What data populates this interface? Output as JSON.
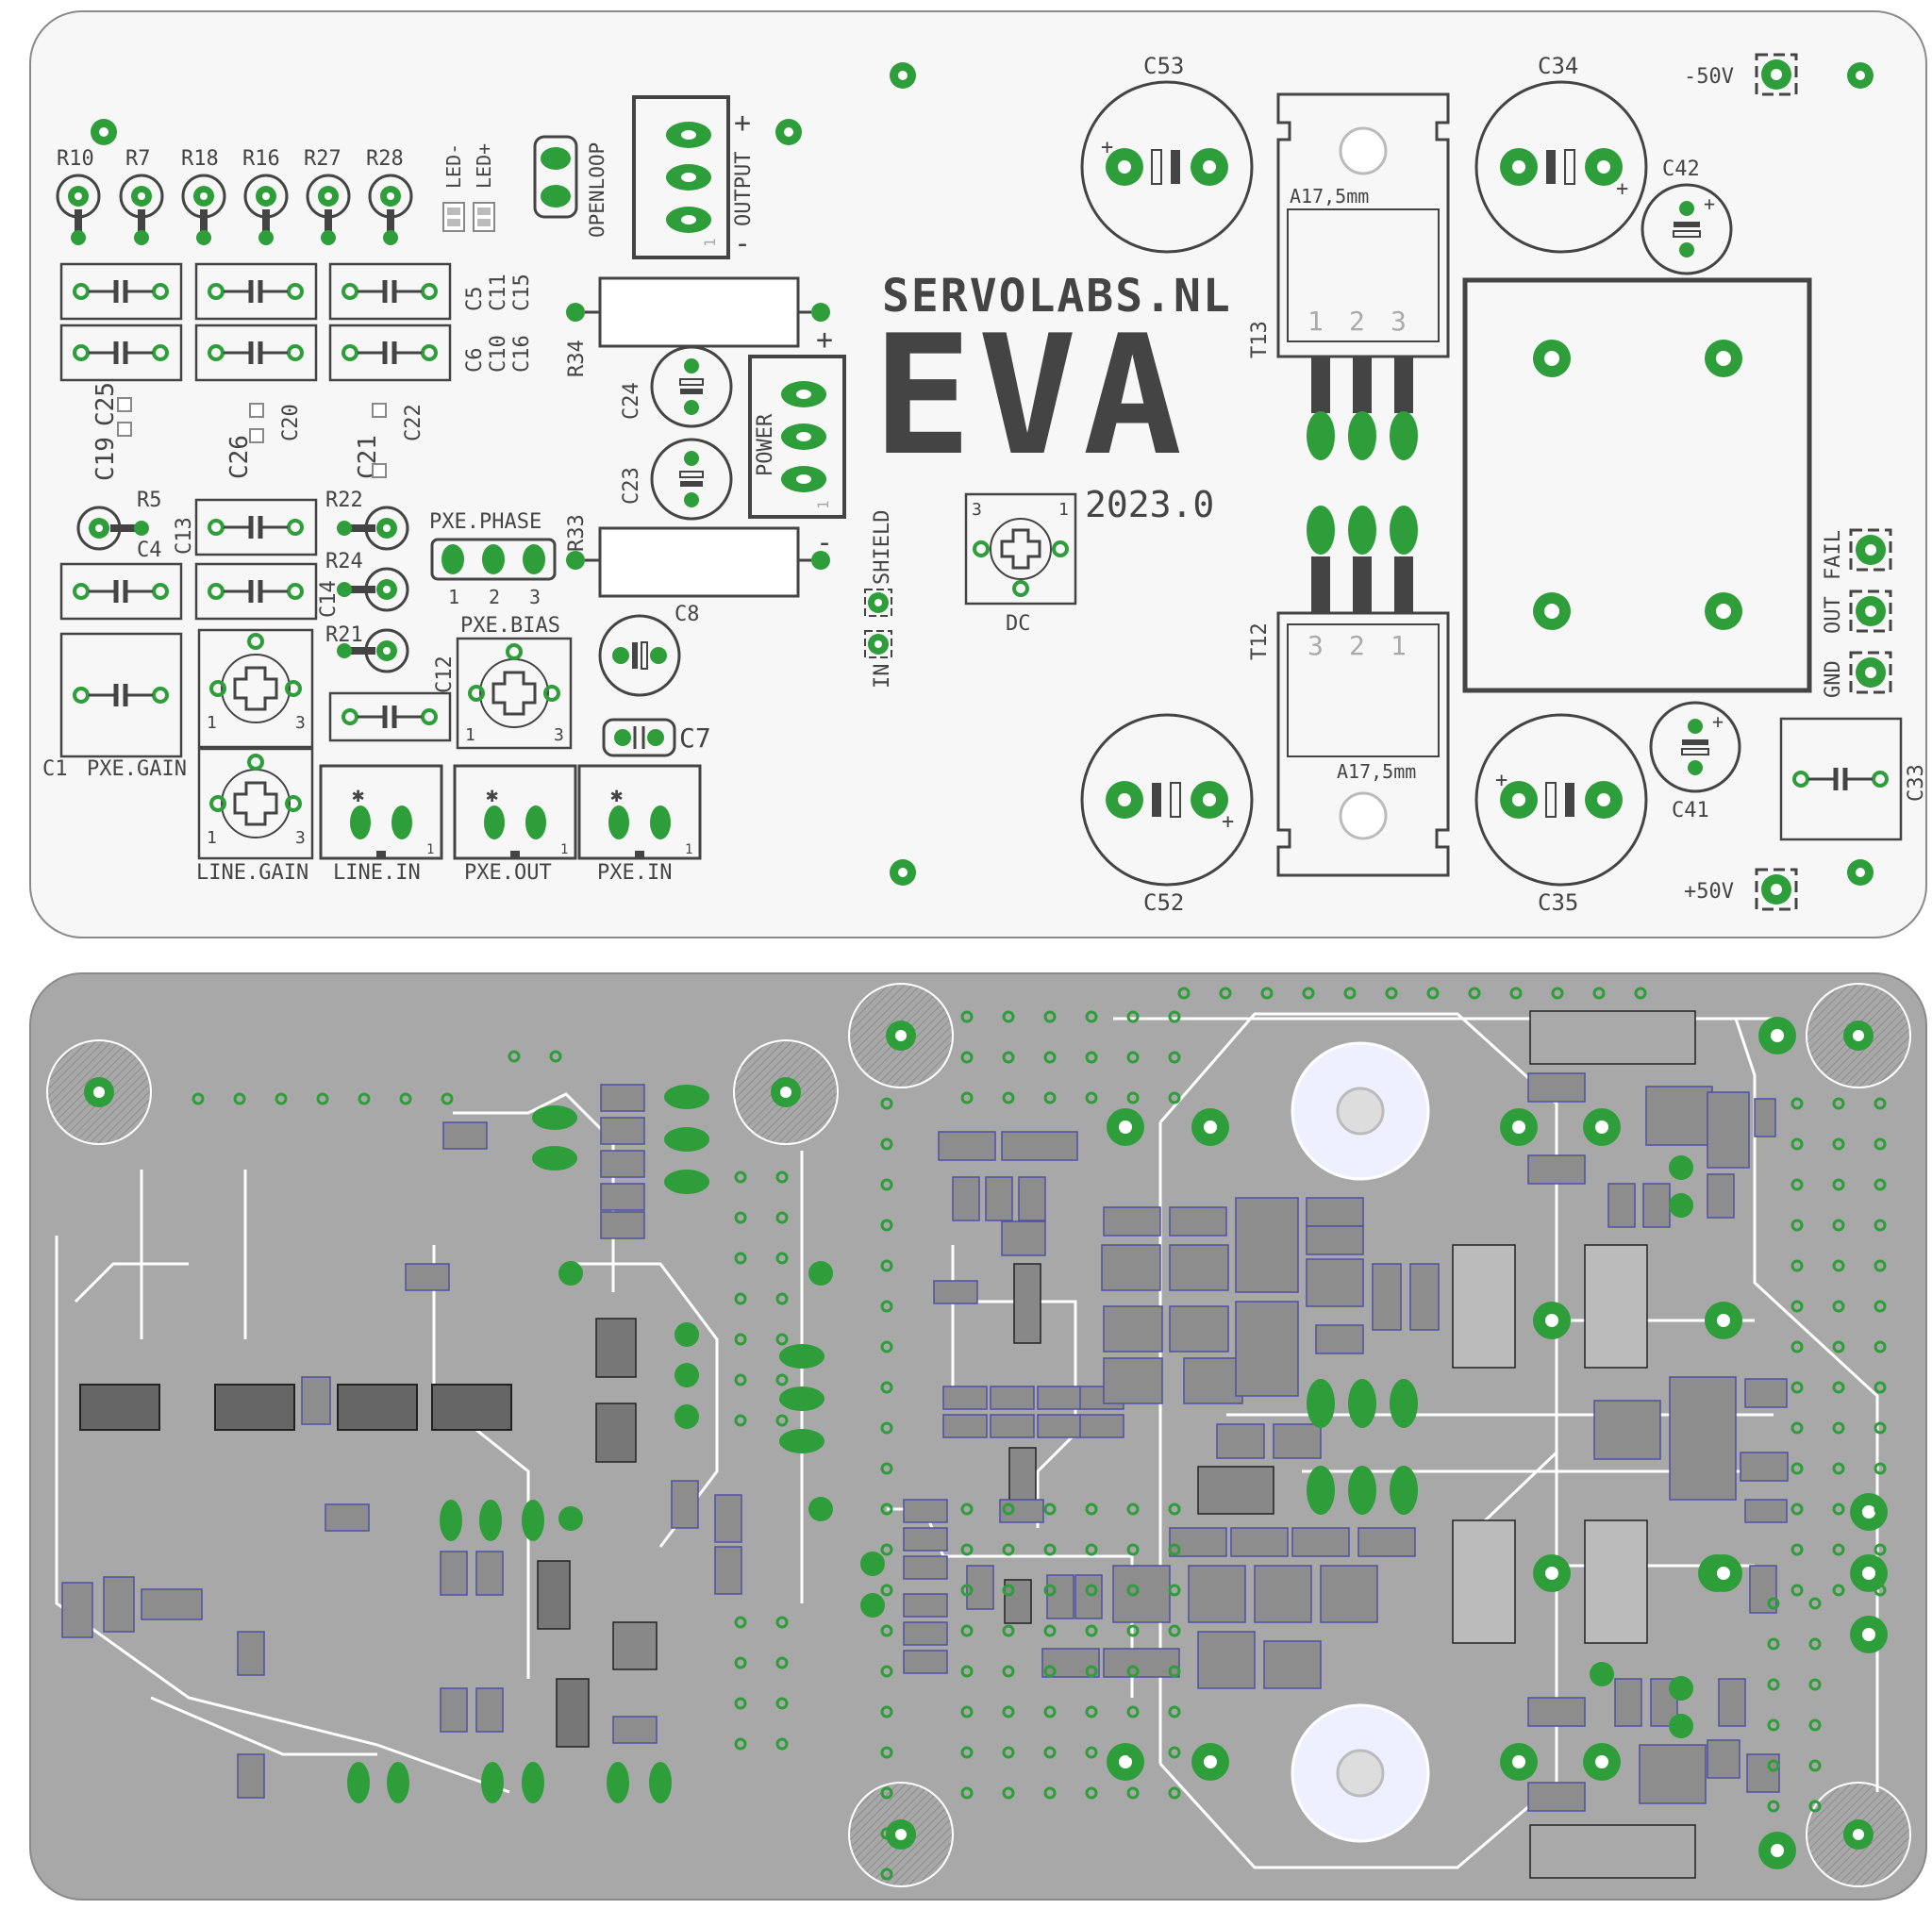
{
  "colors": {
    "pad": "#2e9e3a",
    "silk": "#444444",
    "board_top": "#f7f7f7",
    "board_bottom": "#a8a8a8",
    "trace": "#ffffff",
    "outline": "#7a7a7a"
  },
  "brand": {
    "site": "SERVOLABS.NL",
    "product": "EVA",
    "version": "2023.0"
  },
  "resistors_top": [
    "R10",
    "R7",
    "R18",
    "R16",
    "R27",
    "R28"
  ],
  "leds": [
    "LED-",
    "LED+"
  ],
  "connectors": {
    "openloop": "OPENLOOP",
    "output": "OUTPUT",
    "power": "POWER",
    "shield": "SHIELD",
    "in": "IN",
    "fail": "FAIL",
    "out": "OUT",
    "gnd": "GND",
    "line_in": "LINE.IN",
    "pxe_out": "PXE.OUT",
    "pxe_in": "PXE.IN"
  },
  "pots": {
    "pxe_gain": "PXE.GAIN",
    "line_gain": "LINE.GAIN",
    "pxe_bias": "PXE.BIAS",
    "pxe_phase": "PXE.PHASE",
    "dc": "DC"
  },
  "transistors": {
    "t13": "T13",
    "t12": "T12",
    "heatsink_top": "A17,5mm",
    "heatsink_bottom": "A17,5mm",
    "pins_top": [
      "1",
      "2",
      "3"
    ],
    "pins_bottom": [
      "3",
      "2",
      "1"
    ]
  },
  "labels": {
    "c5_col": [
      "C5",
      "C11",
      "C15"
    ],
    "c6_col": [
      "C6",
      "C10",
      "C16"
    ],
    "c19": "C19",
    "c25": "C25",
    "c26": "C26",
    "c20": "C20",
    "c21": "C21",
    "c22": "C22",
    "r5": "R5",
    "c4": "C4",
    "c13": "C13",
    "r22": "R22",
    "r24": "R24",
    "r21": "R21",
    "c14": "C14",
    "c12": "C12",
    "r34": "R34",
    "r33": "R33",
    "c24": "C24",
    "c23": "C23",
    "c8": "C8",
    "c7": "C7",
    "c1": "C1",
    "c53": "C53",
    "c52": "C52",
    "c34": "C34",
    "c35": "C35",
    "c42": "C42",
    "c41": "C41",
    "c33": "C33",
    "neg50": "-50V",
    "pos50": "+50V",
    "phase_pins": [
      "1",
      "2",
      "3"
    ],
    "pot_pin1": "1",
    "pot_pin3": "3",
    "conn_pin1": "1",
    "plus": "+",
    "minus": "-"
  }
}
